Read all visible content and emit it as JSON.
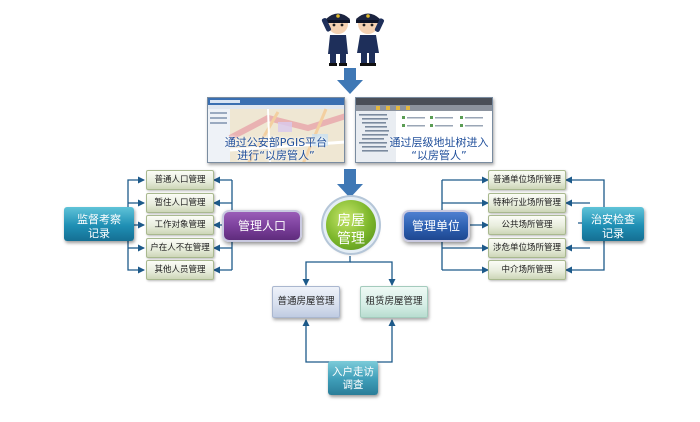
{
  "screens": {
    "left_caption_line1": "通过公安部PGIS平台",
    "left_caption_line2": "进行“以房管人”",
    "right_caption_line1": "通过层级地址树进入",
    "right_caption_line2": "“以房管人”"
  },
  "center": {
    "line1": "房屋",
    "line2": "管理"
  },
  "population": {
    "title": "管理人口",
    "items": [
      "普通人口管理",
      "暂住人口管理",
      "工作对象管理",
      "户在人不在管理",
      "其他人员管理"
    ],
    "record_line1": "监督考察",
    "record_line2": "记录"
  },
  "units": {
    "title": "管理单位",
    "items": [
      "普通单位场所管理",
      "特种行业场所管理",
      "公共场所管理",
      "涉危单位场所管理",
      "中介场所管理"
    ],
    "record_line1": "治安检查",
    "record_line2": "记录"
  },
  "housing": {
    "normal": "普通房屋管理",
    "rental": "租赁房屋管理"
  },
  "visit": {
    "line1": "入户走访",
    "line2": "调查"
  },
  "colors": {
    "arrow": "#3f78b5",
    "connector": "#1d5a8a",
    "population_box": "#7a3f9a",
    "unit_box": "#2c5fb0",
    "normal_housing": "#d7dfee",
    "rental_housing": "#d6eee6"
  }
}
